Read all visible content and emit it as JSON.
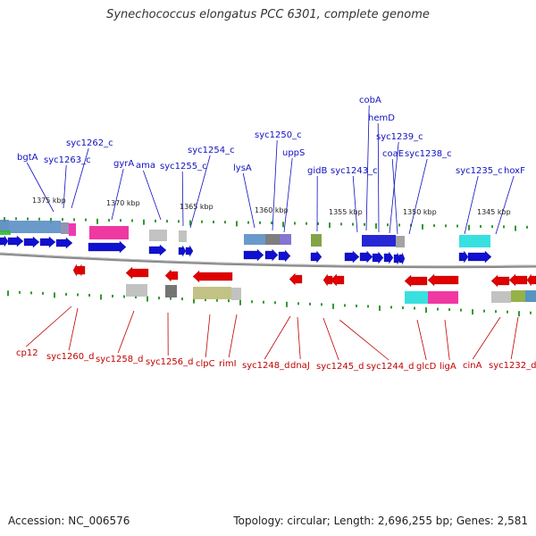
{
  "title": "Synechococcus elongatus PCC 6301, complete genome",
  "accession_text": "Accession: NC_006576",
  "topology_text": "Topology: circular; Length: 2,696,255 bp; Genes: 2,581",
  "colors": {
    "forward_gene": "#1010d0",
    "reverse_gene": "#e00000",
    "backbone": "#808080",
    "tick": "#339933",
    "forward_label": "#1010c0",
    "reverse_label": "#c00000"
  },
  "scale_labels": [
    "1375 kbp",
    "1370 kbp",
    "1365 kbp",
    "1360 kbp",
    "1355 kbp",
    "1350 kbp",
    "1345 kbp"
  ],
  "forward_labels": [
    "bgtA",
    "syc1263_c",
    "syc1262_c",
    "gyrA",
    "ama",
    "syc1255_c",
    "syc1254_c",
    "lysA",
    "syc1250_c",
    "uppS",
    "gidB",
    "syc1243_c",
    "cobA",
    "hemD",
    "coaE",
    "syc1239_c",
    "syc1238_c",
    "syc1235_c",
    "hoxF"
  ],
  "reverse_labels": [
    "cp12",
    "syc1260_d",
    "syc1258_d",
    "syc1256_d",
    "clpC",
    "rimI",
    "syc1248_d",
    "dnaJ",
    "syc1245_d",
    "syc1244_d",
    "glcD",
    "ligA",
    "cinA",
    "syc1232_d"
  ]
}
